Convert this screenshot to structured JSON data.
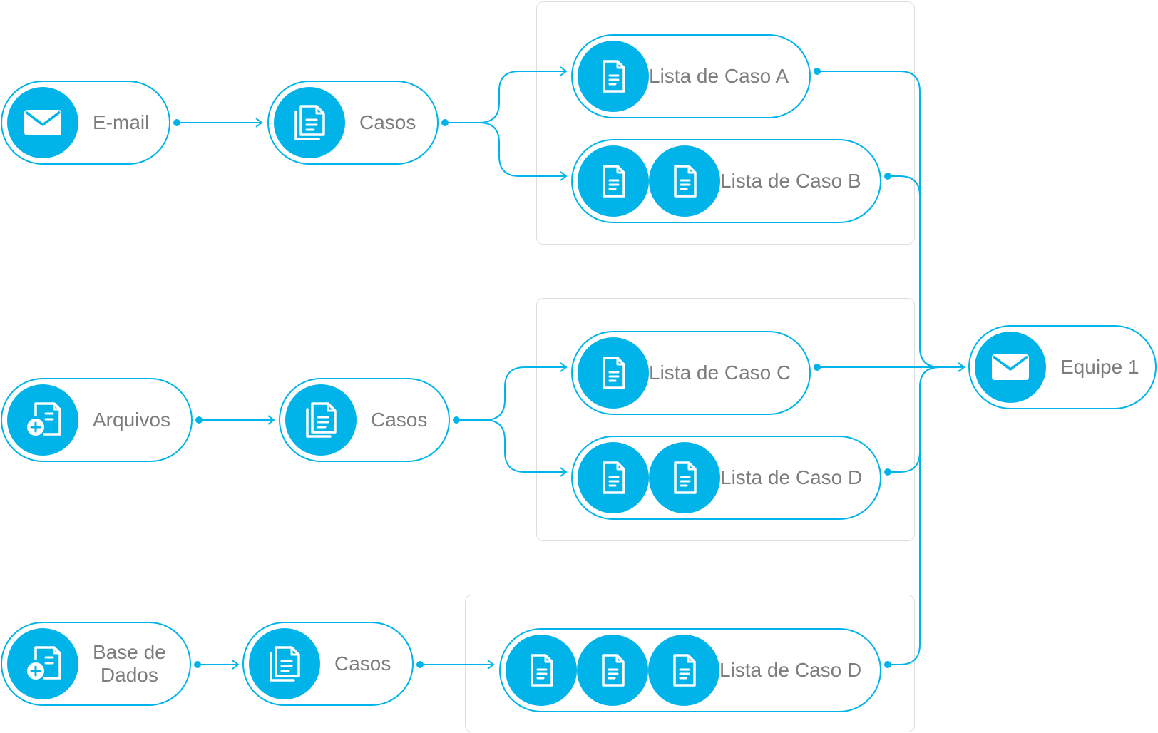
{
  "colors": {
    "accent": "#00b4ea",
    "label_text": "#7d7d7d",
    "group_border": "#dedede"
  },
  "sources": {
    "email": {
      "label": "E-mail",
      "icon": "envelope-icon"
    },
    "arquivos": {
      "label": "Arquivos",
      "icon": "file-add-icon"
    },
    "base_de_dados": {
      "label_line1": "Base de",
      "label_line2": "Dados",
      "icon": "file-add-icon"
    }
  },
  "casos": {
    "label": "Casos",
    "icon": "documents-stack-icon"
  },
  "lists": {
    "a": {
      "label": "Lista de Caso A",
      "icon_count": 1
    },
    "b": {
      "label": "Lista de Caso B",
      "icon_count": 2
    },
    "c": {
      "label": "Lista de Caso C",
      "icon_count": 1
    },
    "d1": {
      "label": "Lista de Caso D",
      "icon_count": 2
    },
    "d2": {
      "label": "Lista de Caso D",
      "icon_count": 3
    }
  },
  "document_icon": "document-icon",
  "target": {
    "label": "Equipe 1",
    "icon": "envelope-icon"
  }
}
